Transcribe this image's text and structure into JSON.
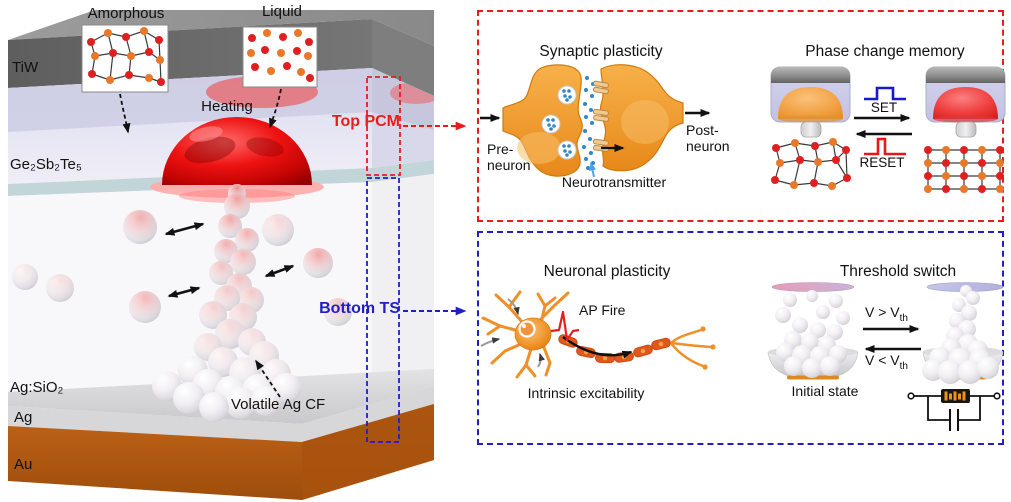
{
  "figure": {
    "device": {
      "insets": {
        "amorphous": "Amorphous",
        "liquid": "Liquid"
      },
      "layers": {
        "tiw": "TiW",
        "gst": "Ge₂Sb₂Te₅",
        "agsio2": "Ag:SiO₂",
        "ag": "Ag",
        "au": "Au"
      },
      "heating": "Heating",
      "volatile_cf": "Volatile Ag CF",
      "top_pcm": "Top PCM",
      "bottom_ts": "Bottom TS"
    },
    "pcm_panel": {
      "synaptic": {
        "title": "Synaptic plasticity",
        "pre_top": "Pre-",
        "pre_bottom": "neuron",
        "post_top": "Post-",
        "post_bottom": "neuron",
        "neurotransmitter": "Neurotransmitter"
      },
      "memory": {
        "title": "Phase change memory",
        "set_label": "SET",
        "reset_label": "RESET"
      }
    },
    "ts_panel": {
      "neuronal": {
        "title": "Neuronal plasticity",
        "ap_fire": "AP Fire",
        "intrinsic": "Intrinsic excitability"
      },
      "switch": {
        "title": "Threshold switch",
        "v_above": "V > V",
        "v_below": "V < V",
        "v_subscript": "th",
        "initial_state": "Initial state"
      }
    },
    "colors": {
      "pcm_accent": "#e81c1c",
      "ts_accent": "#1f1fc4",
      "synapse_orange": "#f09a30",
      "set_blue": "#1818cc",
      "reset_red": "#e81818",
      "gold_layer": "#b45a12",
      "atom_red": "#e02020",
      "atom_orange": "#e8782a"
    }
  }
}
